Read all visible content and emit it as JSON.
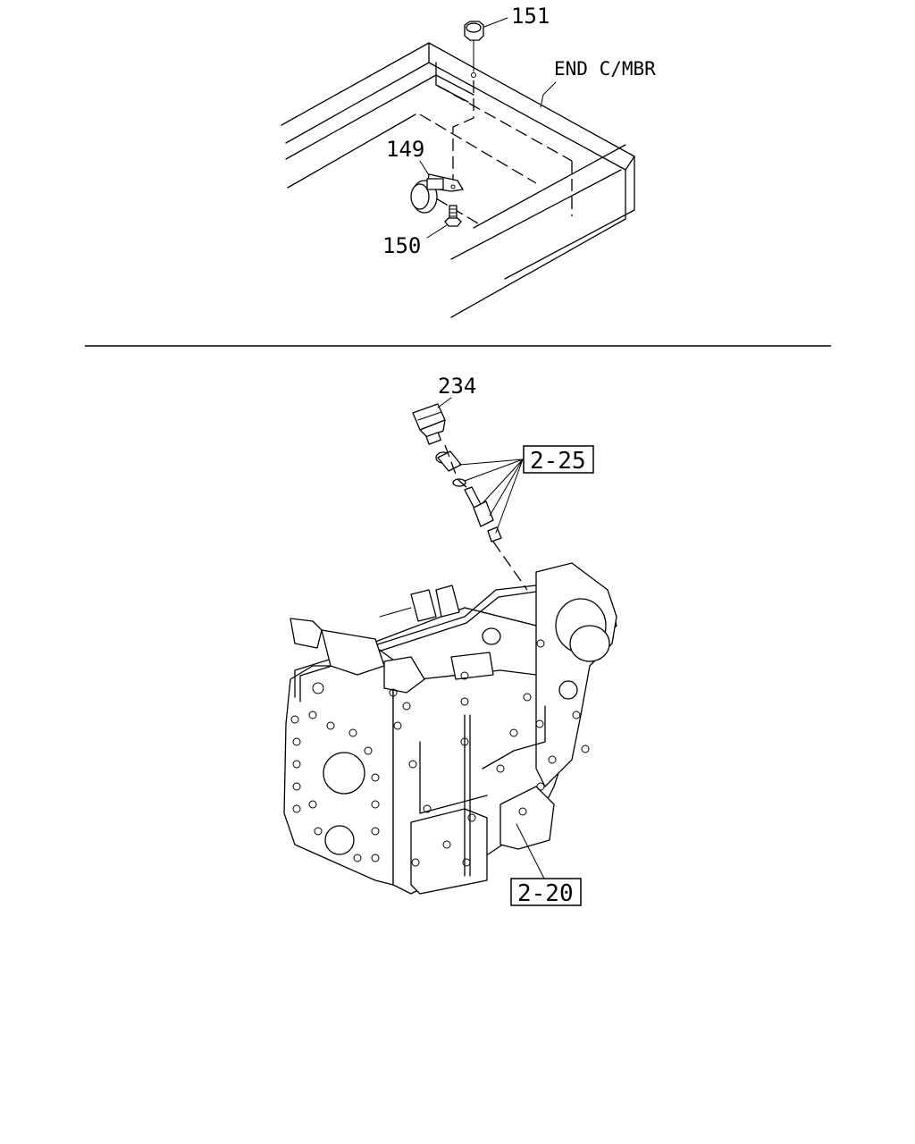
{
  "top_view": {
    "callouts": [
      "151",
      "149",
      "150"
    ],
    "member_label": "END C/MBR"
  },
  "bottom_view": {
    "callouts": [
      "234"
    ],
    "ref_boxes": [
      "2-25",
      "2-20"
    ]
  },
  "icons": {
    "nut": "hex-nut-icon",
    "sensor": "sensor-icon",
    "bolt": "bolt-icon",
    "switch": "pressure-switch-icon",
    "transmission": "transmission-icon"
  }
}
